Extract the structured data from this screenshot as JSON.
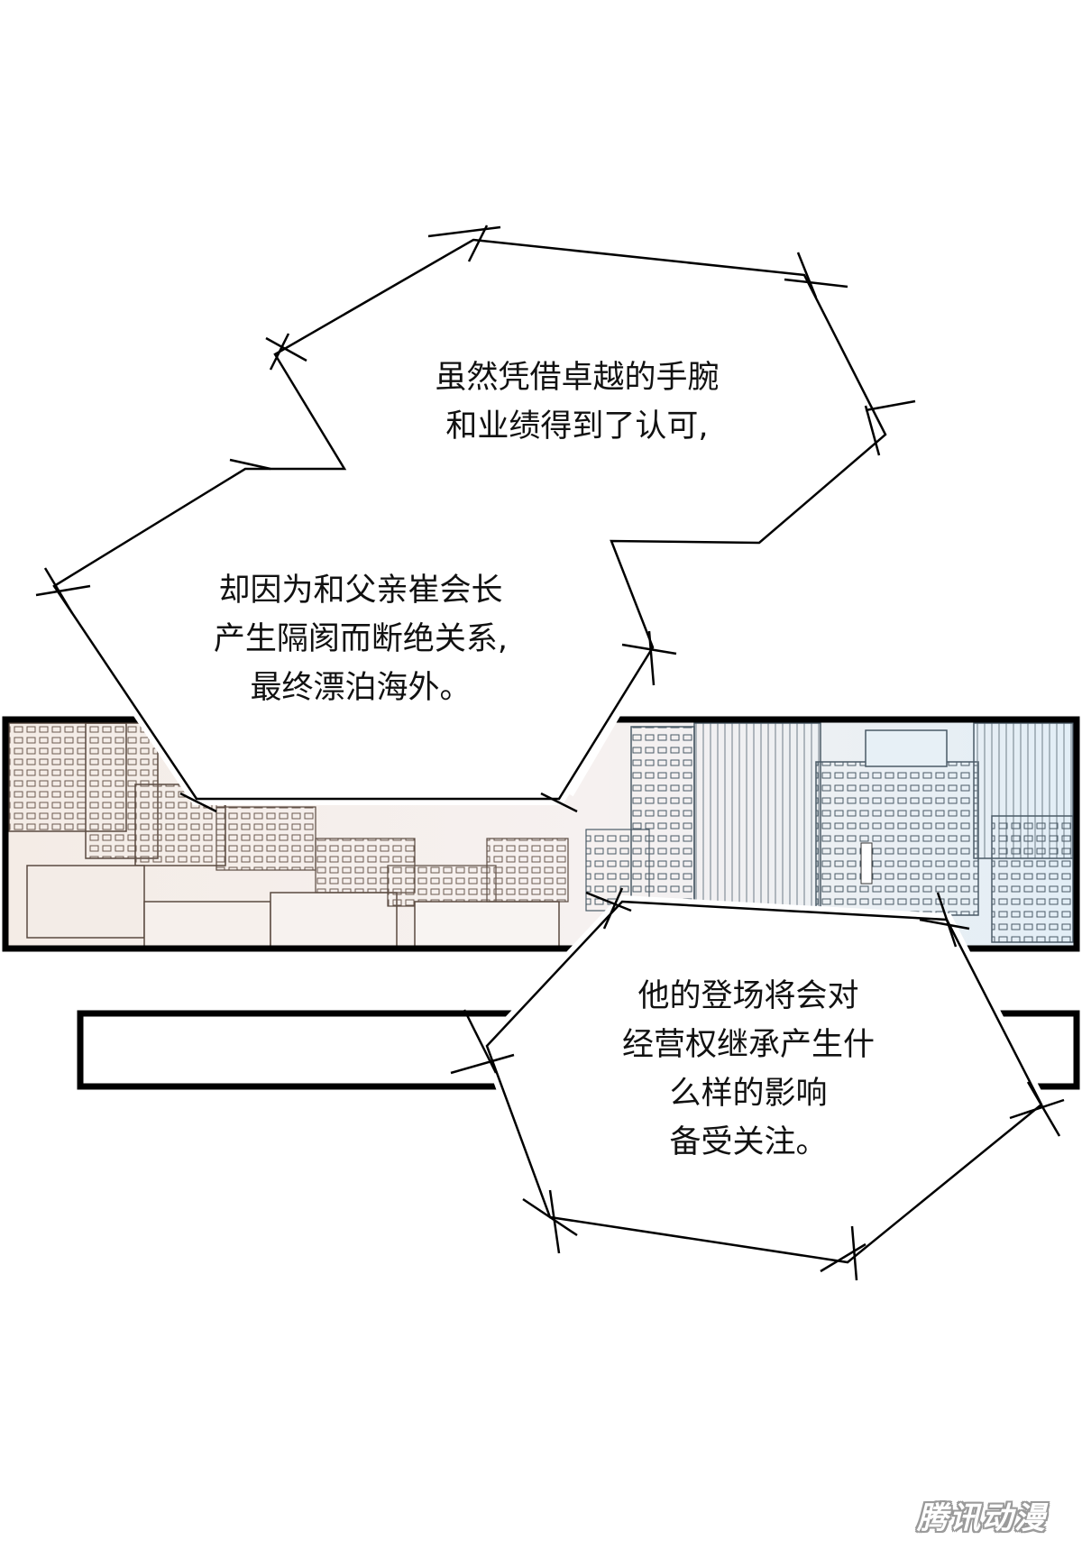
{
  "captions": {
    "top": {
      "lines": [
        "虽然凭借卓越的手腕",
        "和业绩得到了认可,"
      ]
    },
    "middle": {
      "lines": [
        "却因为和父亲崔会长",
        "产生隔阂而断绝关系,",
        "最终漂泊海外。"
      ]
    },
    "bottom": {
      "lines": [
        "他的登场将会对",
        "经营权继承产生什",
        "么样的影响",
        "备受关注。"
      ]
    }
  },
  "panels": {
    "cityscape": {
      "tone_left": "#f4ece6",
      "tone_right": "#e2eef6",
      "line_color": "#5a4a40"
    }
  },
  "watermark": {
    "text": "腾讯动漫"
  },
  "colors": {
    "background": "#ffffff",
    "border": "#000000",
    "text": "#111111"
  }
}
